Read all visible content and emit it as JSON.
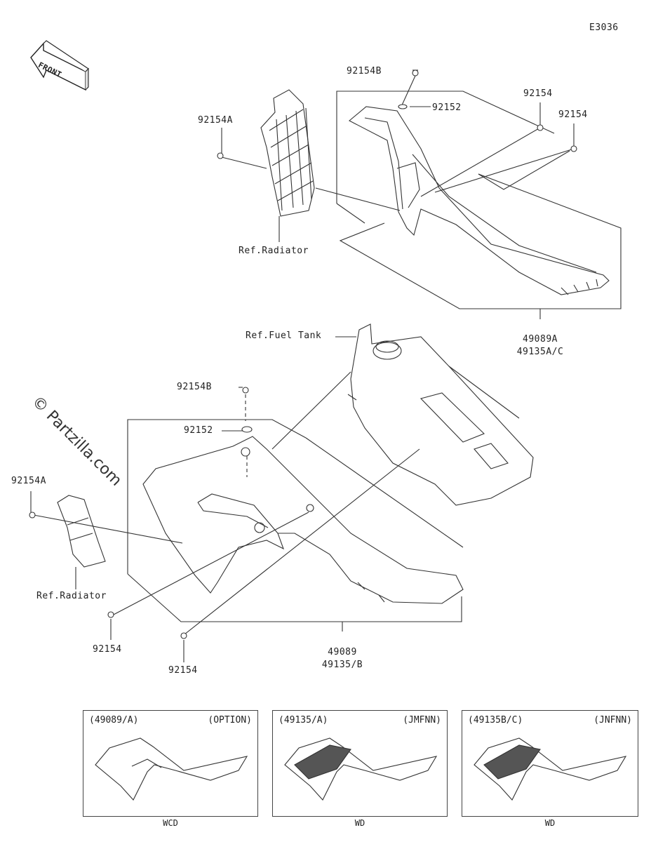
{
  "diagram_code": "E3036",
  "front_badge": "FRONT",
  "watermark": "© Partzilla.com",
  "labels": {
    "bolt_b_top": "92154B",
    "washer_top": "92152",
    "bolt_right_1": "92154",
    "bolt_right_2": "92154",
    "bolt_a_top": "92154A",
    "ref_radiator_top": "Ref.Radiator",
    "ref_fuel_tank": "Ref.Fuel Tank",
    "part_right_shroud_1": "49089A",
    "part_right_shroud_2": "49135A/C",
    "bolt_b_mid": "92154B",
    "washer_mid": "92152",
    "bolt_a_left": "92154A",
    "ref_radiator_bottom": "Ref.Radiator",
    "bolt_bottom_1": "92154",
    "bolt_bottom_2": "92154",
    "part_left_shroud_1": "49089",
    "part_left_shroud_2": "49135/B"
  },
  "variants": [
    {
      "code": "(49089/A)",
      "market": "(OPTION)",
      "color": "WCD"
    },
    {
      "code": "(49135/A)",
      "market": "(JMFNN)",
      "color": "WD"
    },
    {
      "code": "(49135B/C)",
      "market": "(JNFNN)",
      "color": "WD"
    }
  ]
}
